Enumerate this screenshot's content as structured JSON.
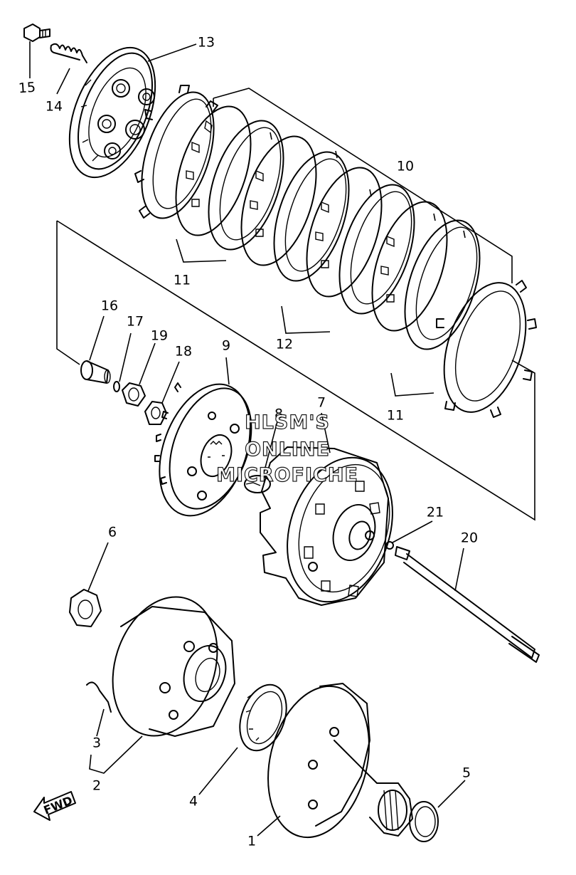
{
  "watermark": {
    "line1": "HLSM'S",
    "line2": "ONLINE",
    "line3": "MICROFICHE"
  },
  "direction_badge": "FWD",
  "callouts": {
    "c1": "1",
    "c2": "2",
    "c3": "3",
    "c4": "4",
    "c5": "5",
    "c6": "6",
    "c7": "7",
    "c8": "8",
    "c9": "9",
    "c10": "10",
    "c11a": "11",
    "c11b": "11",
    "c12": "12",
    "c13": "13",
    "c14": "14",
    "c15": "15",
    "c16": "16",
    "c17": "17",
    "c18": "18",
    "c19": "19",
    "c20": "20",
    "c21": "21"
  }
}
